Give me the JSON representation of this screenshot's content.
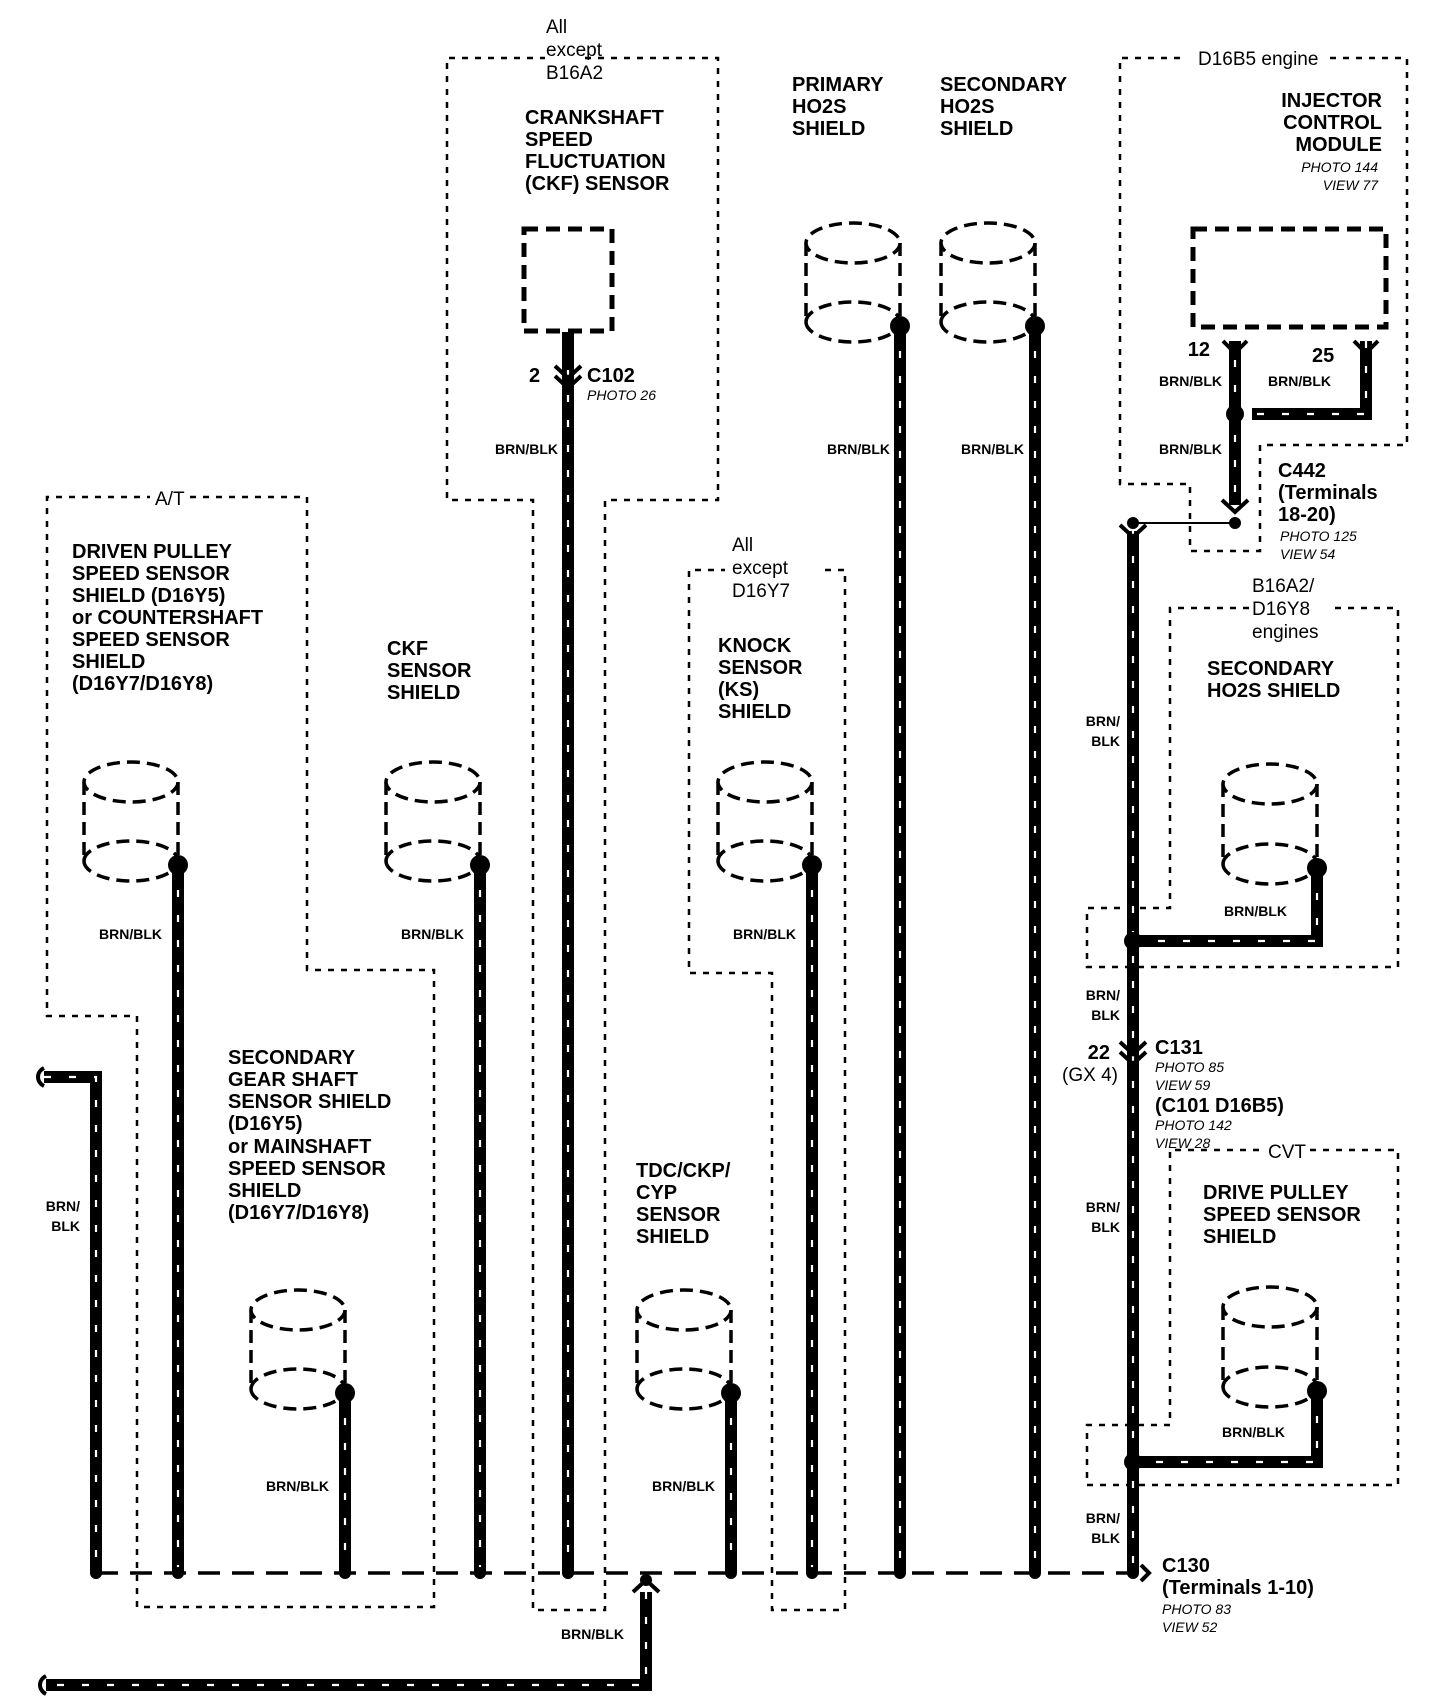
{
  "notes": {
    "all_except_b16a2": [
      "All",
      "except",
      "B16A2"
    ],
    "all_except_d16y7": [
      "All",
      "except",
      "D16Y7"
    ],
    "at": "A/T",
    "d16b5_engine": "D16B5 engine",
    "b16a2_d16y8_engines": [
      "B16A2/",
      "D16Y8",
      "engines"
    ],
    "cvt": "CVT"
  },
  "components": {
    "ckf_sensor": [
      "CRANKSHAFT",
      "SPEED",
      "FLUCTUATION",
      "(CKF) SENSOR"
    ],
    "primary_ho2s_shield": [
      "PRIMARY",
      "HO2S",
      "SHIELD"
    ],
    "secondary_ho2s_shield": [
      "SECONDARY",
      "HO2S",
      "SHIELD"
    ],
    "injector_control_module": [
      "INJECTOR",
      "CONTROL",
      "MODULE"
    ],
    "injector_control_module_ref": [
      "PHOTO 144",
      "VIEW 77"
    ],
    "driven_pulley_shield": [
      "DRIVEN PULLEY",
      "SPEED SENSOR",
      "SHIELD (D16Y5)",
      "or COUNTERSHAFT",
      "SPEED SENSOR",
      "SHIELD",
      "(D16Y7/D16Y8)"
    ],
    "ckf_sensor_shield": [
      "CKF",
      "SENSOR",
      "SHIELD"
    ],
    "knock_sensor_shield": [
      "KNOCK",
      "SENSOR",
      "(KS)",
      "SHIELD"
    ],
    "secondary_ho2s_shield_b16a2": [
      "SECONDARY",
      "HO2S SHIELD"
    ],
    "secondary_gear_shaft_shield": [
      "SECONDARY",
      "GEAR SHAFT",
      "SENSOR SHIELD",
      "(D16Y5)",
      "or MAINSHAFT",
      "SPEED SENSOR",
      "SHIELD",
      "(D16Y7/D16Y8)"
    ],
    "tdc_ckp_cyp_shield": [
      "TDC/CKP/",
      "CYP",
      "SENSOR",
      "SHIELD"
    ],
    "drive_pulley_shield": [
      "DRIVE PULLEY",
      "SPEED SENSOR",
      "SHIELD"
    ]
  },
  "connectors": {
    "c102": {
      "name": "C102",
      "pin": "2",
      "ref": "PHOTO 26"
    },
    "c442": {
      "name": [
        "C442",
        "(Terminals",
        "18-20)"
      ],
      "ref": [
        "PHOTO 125",
        "VIEW 54"
      ]
    },
    "c131": {
      "name": "C131",
      "pin": "22",
      "pin_alt": "(GX 4)",
      "ref": [
        "PHOTO 85",
        "VIEW 59"
      ],
      "alt_name": "(C101 D16B5)",
      "alt_ref": [
        "PHOTO 142",
        "VIEW 28"
      ]
    },
    "c130": {
      "name": [
        "C130",
        "(Terminals 1-10)"
      ],
      "ref": [
        "PHOTO 83",
        "VIEW 52"
      ]
    },
    "icm_pin_12": "12",
    "icm_pin_25": "25"
  },
  "wire_color": "BRN/BLK",
  "wire_color_split": [
    "BRN/",
    "BLK"
  ]
}
